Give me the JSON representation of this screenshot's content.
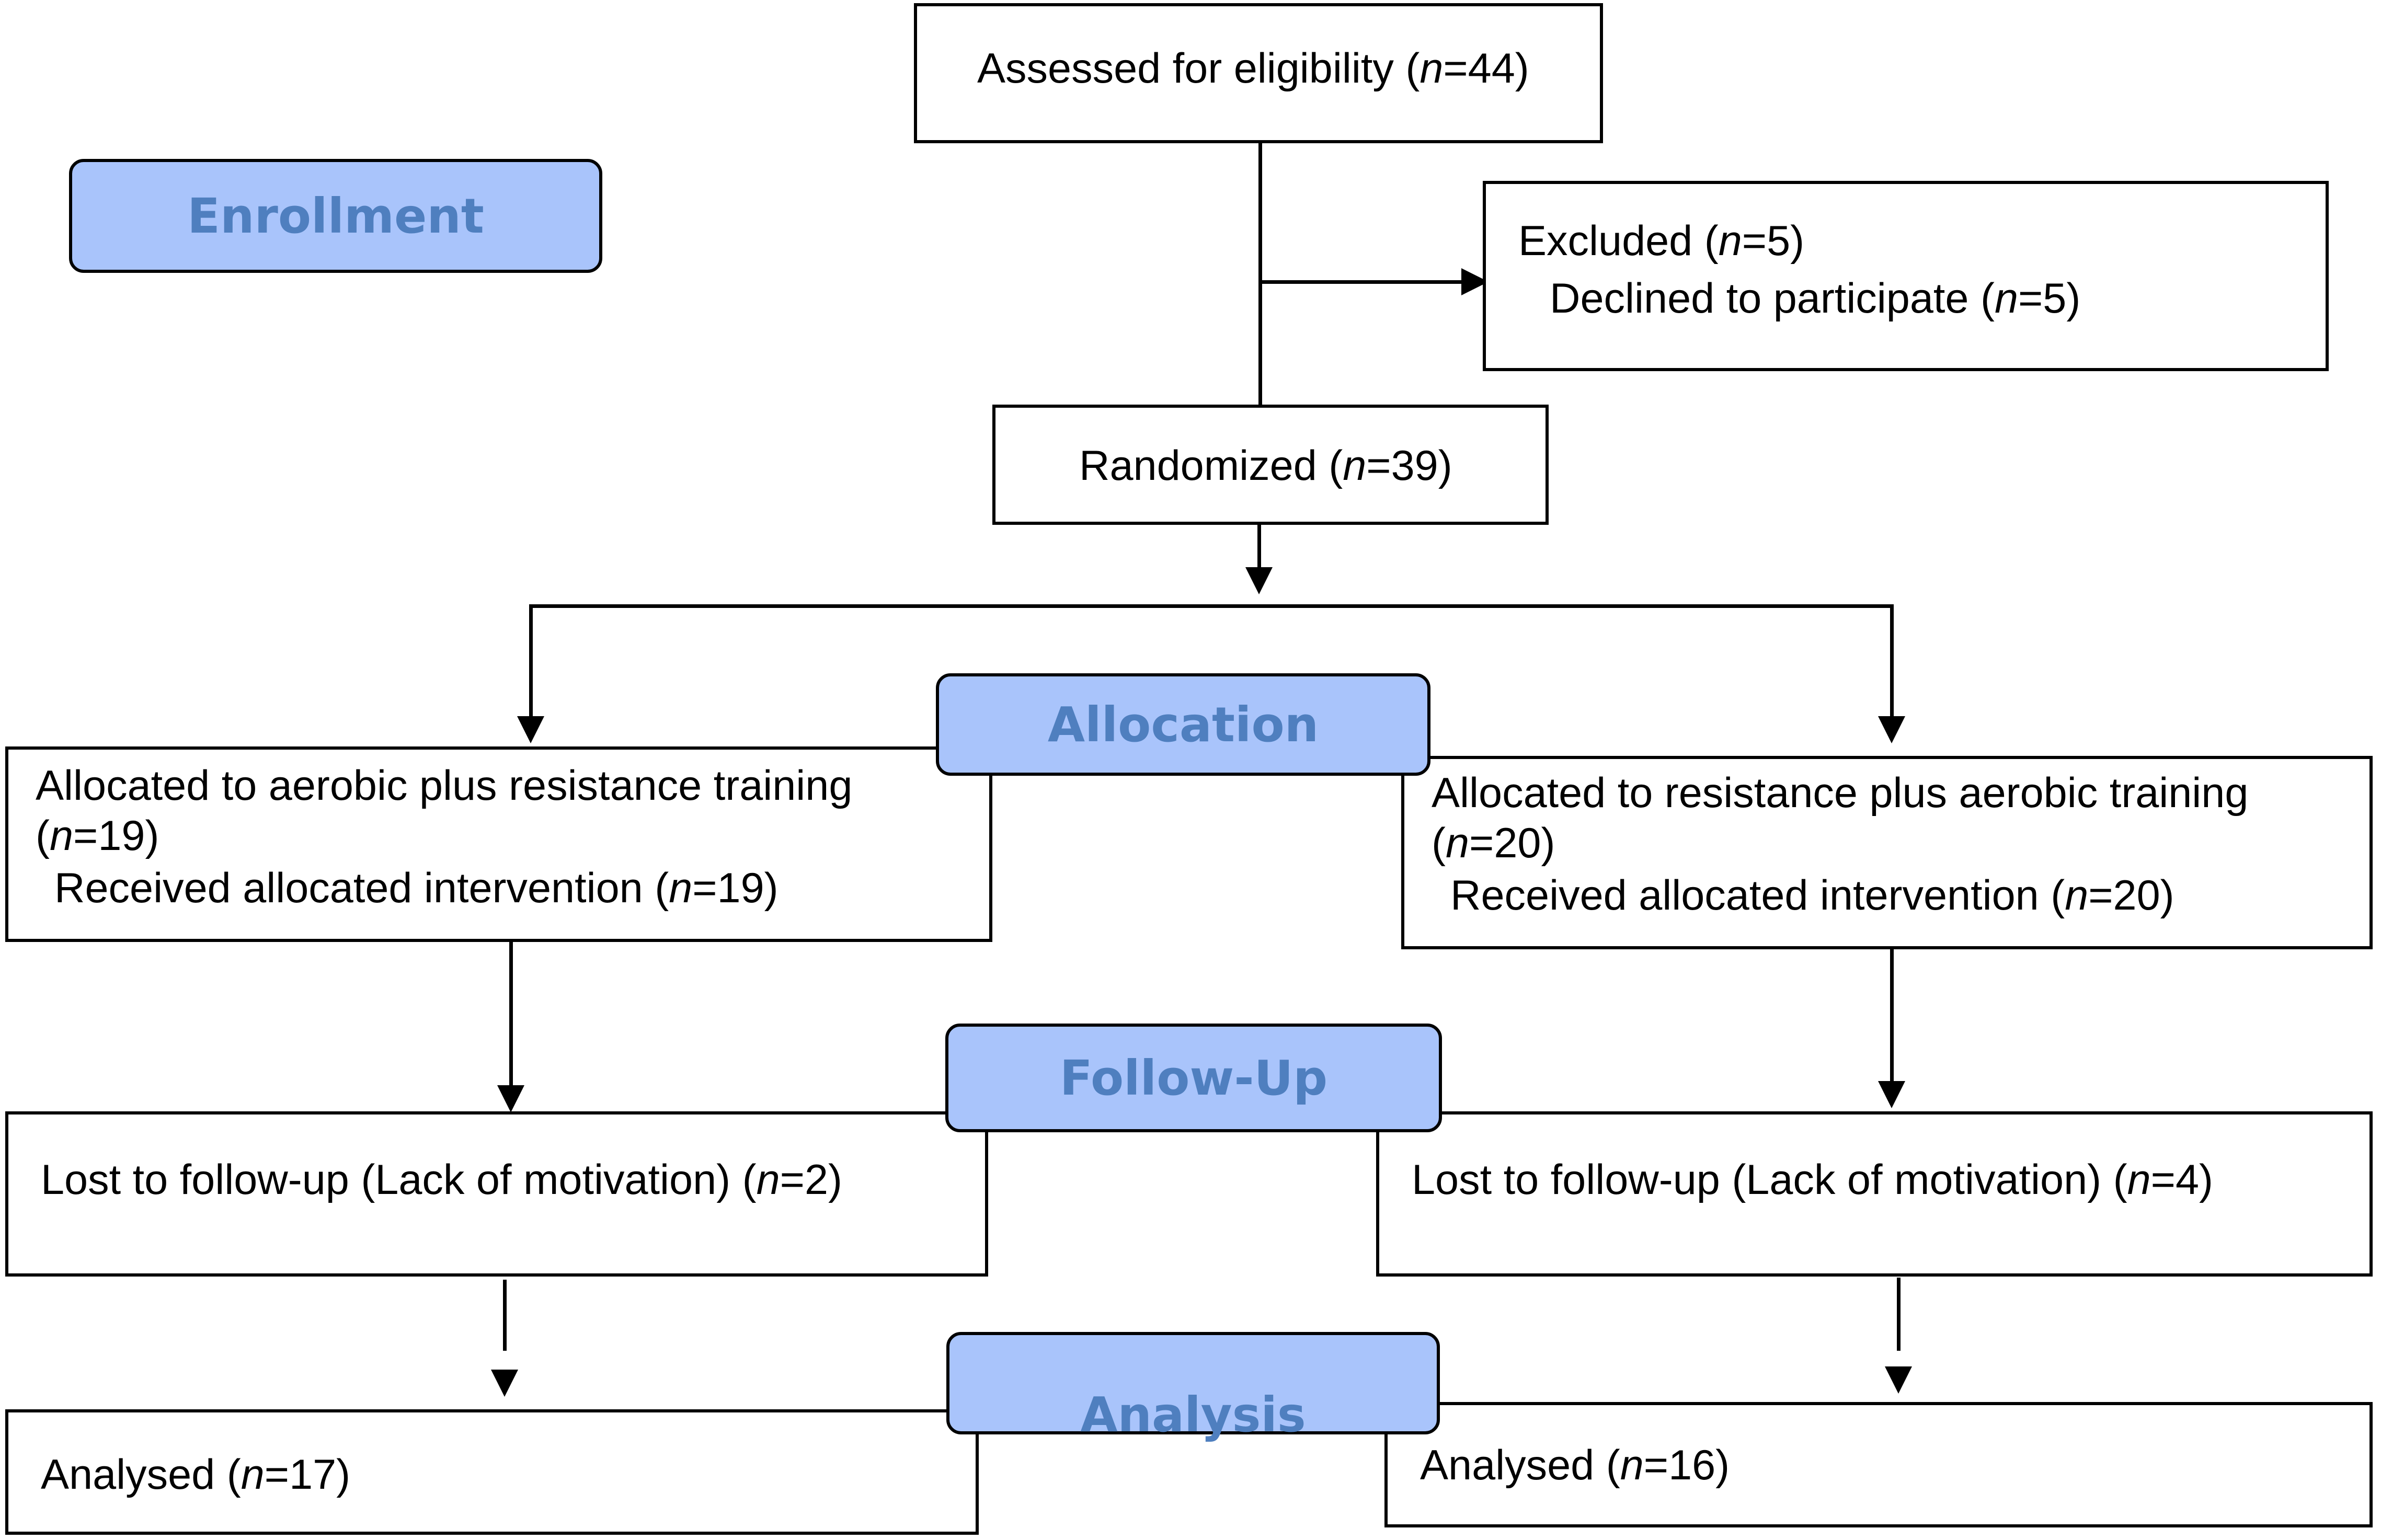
{
  "stages": {
    "enrollment": "Enrollment",
    "allocation": "Allocation",
    "follow_up": "Follow-Up",
    "analysis": "Analysis"
  },
  "enrollment": {
    "assessed": {
      "text": "Assessed for eligibility (",
      "n_label": "n",
      "n_value": "=44)"
    },
    "excluded": {
      "line1": {
        "text": "Excluded (",
        "n_label": "n",
        "n_value": "=5)"
      },
      "line2": {
        "text": "Declined to participate (",
        "n_label": "n",
        "n_value": "=5)"
      }
    },
    "randomized": {
      "text": "Randomized (",
      "n_label": "n",
      "n_value": "=39)"
    }
  },
  "allocation": {
    "left": {
      "line1": "Allocated to aerobic plus resistance training",
      "line2": {
        "text": "(",
        "n_label": "n",
        "n_value": "=19)"
      },
      "line3": {
        "text": "Received allocated intervention (",
        "n_label": "n",
        "n_value": "=19)"
      }
    },
    "right": {
      "line1": "Allocated to resistance plus aerobic training",
      "line2": {
        "text": "(",
        "n_label": "n",
        "n_value": "=20)"
      },
      "line3": {
        "text": "Received allocated intervention (",
        "n_label": "n",
        "n_value": "=20)"
      }
    }
  },
  "follow_up": {
    "left": {
      "text": "Lost to follow-up (Lack of motivation) (",
      "n_label": "n",
      "n_value": "=2)"
    },
    "right": {
      "text": "Lost to follow-up (Lack of motivation) (",
      "n_label": "n",
      "n_value": "=4)"
    }
  },
  "analysis": {
    "left": {
      "text": "Analysed (",
      "n_label": "n",
      "n_value": "=17)"
    },
    "right": {
      "text": "Analysed (",
      "n_label": "n",
      "n_value": "=16)"
    }
  },
  "colors": {
    "stage_fill": "#a9c4fb",
    "stage_text": "#4f7fbf",
    "line": "#000000"
  }
}
